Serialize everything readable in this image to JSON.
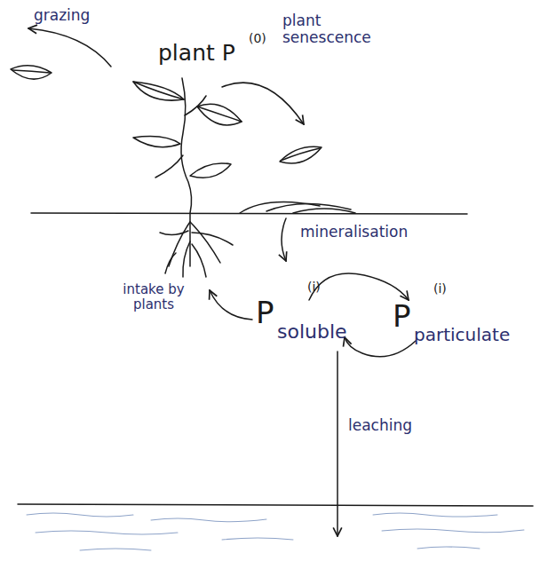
{
  "diagram": {
    "labels": [
      "grazing",
      "plant P",
      "(0)",
      "plant senescence",
      "mineralisation",
      "intake by plants",
      "P",
      "(i)",
      "soluble",
      "P",
      "(i)",
      "particulate",
      "leaching"
    ]
  }
}
